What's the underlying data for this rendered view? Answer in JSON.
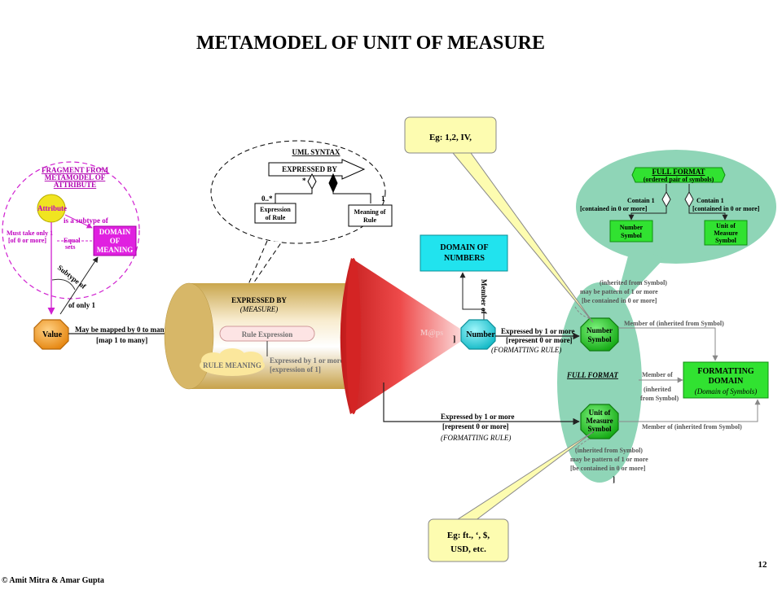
{
  "title": "METAMODEL OF UNIT OF MEASURE",
  "footer": {
    "copyright": "© Amit Mitra & Amar Gupta",
    "page_number": "12"
  },
  "colors": {
    "value_orange": "#f2a12e",
    "attribute_yellow": "#f0e420",
    "domain_magenta": "#e020e0",
    "green_symbol": "#22c322",
    "cyan_box": "#21e3ee",
    "light_green": "#8fd5b7",
    "callout_yellow": "#fdfcb0",
    "cone_red": "#e52b2b",
    "tube_tan": "#e2c88a",
    "formatting_green": "#31e231",
    "rule_pink": "#fde4e4",
    "cloud_yellow": "#fbe79c"
  },
  "fragment": {
    "heading": [
      "FRAGMENT FROM",
      "METAMODEL OF",
      "ATTRIBUTE"
    ],
    "attribute": "Attribute",
    "is_subtype_of": "is a subtype of",
    "domain": [
      "DOMAIN",
      "OF",
      "MEANING"
    ],
    "must_take": [
      "Must take only 1",
      "[of 0 or more]"
    ],
    "equal_sets": [
      "Equal",
      "sets"
    ],
    "subtype_of": "Subtype of",
    "of_only_1": "of only 1"
  },
  "uml": {
    "heading": "UML SYNTAX",
    "expressed_by": "EXPRESSED BY",
    "star": "*",
    "mult_left": "0..*",
    "mult_right": "1",
    "left_box": [
      "Expression",
      "of Rule"
    ],
    "right_box": [
      "Meaning of",
      "Rule"
    ]
  },
  "value_node": "Value",
  "map_label": [
    "May be mapped by 0 to many",
    "[map 1 to many]"
  ],
  "tube": {
    "expressed_by": "EXPRESSED BY",
    "measure": "(MEASURE)",
    "rule_expression": "Rule Expression",
    "rule_meaning": "RULE MEANING",
    "expressed_1_more": [
      "Expressed by 1 or more",
      "[expression of 1]"
    ]
  },
  "cone_label": "M@ps",
  "domain_numbers": [
    "DOMAIN OF",
    "NUMBERS"
  ],
  "number_node": "Number",
  "member_of_vertical": "Member of",
  "expressed_number": [
    "Expressed by 1 or more",
    "[represent 0 or more]",
    "(FORMATTING RULE)"
  ],
  "expressed_unit": [
    "Expressed by 1 or more",
    "[represent 0 or more]",
    "(FORMATTING RULE)"
  ],
  "number_symbol": [
    "Number",
    "Symbol"
  ],
  "unit_symbol": [
    "Unit of",
    "Measure",
    "Symbol"
  ],
  "full_format_label": "FULL FORMAT",
  "callout_top": "Eg: 1,2, IV,",
  "callout_bottom": [
    "Eg: ft., ‘, $,",
    "USD, etc."
  ],
  "full_format_bubble": {
    "heading": "FULL FORMAT",
    "sub": "(ordered pair of symbols)",
    "contain_left": [
      "Contain 1",
      "[contained in 0 or more]"
    ],
    "contain_right": [
      "Contain 1",
      "[contained in 0 or more]"
    ],
    "box_left": [
      "Number",
      "Symbol"
    ],
    "box_right": [
      "Unit of",
      "Measure",
      "Symbol"
    ]
  },
  "inherited_top": [
    "(inherited from Symbol)",
    "may be pattern of 1 or more",
    "[be contained in 0 or more]"
  ],
  "inherited_bottom": [
    "(inherited from Symbol)",
    "may be pattern of 1 or more",
    "[be contained in 0 or more]"
  ],
  "member_inherited_top": "Member of (inherited from Symbol)",
  "member_inherited_bottom": "Member of (inherited from Symbol)",
  "member_middle": [
    "Member of",
    "(inherited",
    "from Symbol)"
  ],
  "formatting_domain": [
    "FORMATTING",
    "DOMAIN",
    "(Domain of Symbols)"
  ],
  "bracket": "]"
}
